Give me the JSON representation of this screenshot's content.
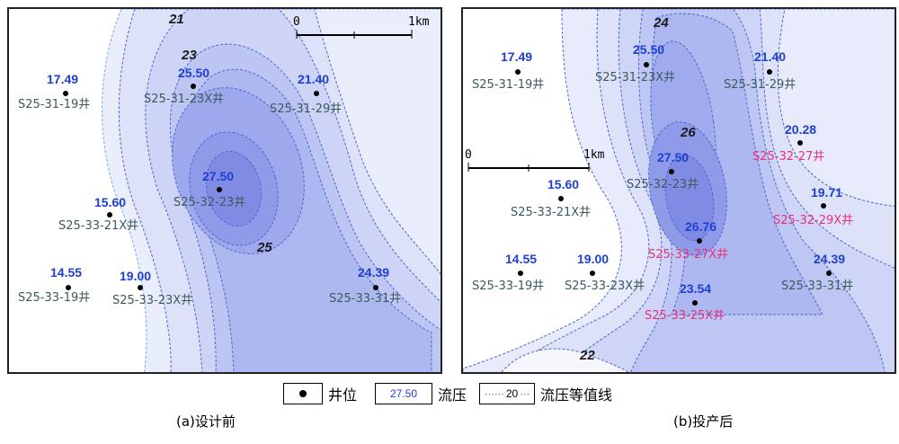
{
  "panels": [
    {
      "id": "a",
      "caption": "(a)设计前",
      "scalebar": {
        "start": "0",
        "end": "1km"
      },
      "contour_labels": [
        "21",
        "23",
        "25"
      ],
      "wells": [
        {
          "name": "S25-31-19井",
          "pressure": "17.49",
          "highlight": false
        },
        {
          "name": "S25-31-23X井",
          "pressure": "25.50",
          "highlight": false
        },
        {
          "name": "S25-31-29井",
          "pressure": "21.40",
          "highlight": false
        },
        {
          "name": "S25-32-23井",
          "pressure": "27.50",
          "highlight": false
        },
        {
          "name": "S25-33-21X井",
          "pressure": "15.60",
          "highlight": false
        },
        {
          "name": "S25-33-19井",
          "pressure": "14.55",
          "highlight": false
        },
        {
          "name": "S25-33-23X井",
          "pressure": "19.00",
          "highlight": false
        },
        {
          "name": "S25-33-31井",
          "pressure": "24.39",
          "highlight": false
        }
      ]
    },
    {
      "id": "b",
      "caption": "(b)投产后",
      "scalebar": {
        "start": "0",
        "end": "1km"
      },
      "contour_labels": [
        "24",
        "26",
        "22"
      ],
      "wells": [
        {
          "name": "S25-31-19井",
          "pressure": "17.49",
          "highlight": false
        },
        {
          "name": "S25-31-23X井",
          "pressure": "25.50",
          "highlight": false
        },
        {
          "name": "S25-31-29井",
          "pressure": "21.40",
          "highlight": false
        },
        {
          "name": "S25-32-27井",
          "pressure": "20.28",
          "highlight": true
        },
        {
          "name": "S25-32-23井",
          "pressure": "27.50",
          "highlight": false
        },
        {
          "name": "S25-32-29X井",
          "pressure": "19.71",
          "highlight": true
        },
        {
          "name": "S25-33-21X井",
          "pressure": "15.60",
          "highlight": false
        },
        {
          "name": "S25-33-27X井",
          "pressure": "26.76",
          "highlight": true
        },
        {
          "name": "S25-33-19井",
          "pressure": "14.55",
          "highlight": false
        },
        {
          "name": "S25-33-23X井",
          "pressure": "19.00",
          "highlight": false
        },
        {
          "name": "S25-33-31井",
          "pressure": "24.39",
          "highlight": false
        },
        {
          "name": "S25-33-25X井",
          "pressure": "23.54",
          "highlight": true
        }
      ]
    }
  ],
  "legend": {
    "well_label": "井位",
    "pressure_sample": "27.50",
    "pressure_label": "流压",
    "contour_sample": "20",
    "contour_label": "流压等值线"
  },
  "colors": {
    "pressure_text": "#1f3fd0",
    "well_name": "#3c5a5a",
    "new_well_name": "#e8307a",
    "fill_low": "#edf0fb",
    "fill_high": "#8a96ea"
  }
}
